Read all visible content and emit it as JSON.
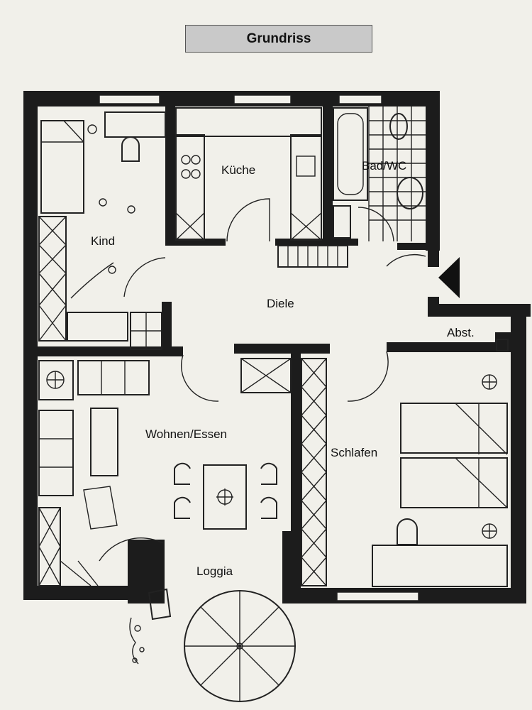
{
  "title": "Grundriss",
  "rooms": {
    "kind": "Kind",
    "kueche": "Küche",
    "bad": "Bad/WC",
    "diele": "Diele",
    "abst": "Abst.",
    "wohnen": "Wohnen/Essen",
    "schlafen": "Schlafen",
    "loggia": "Loggia"
  },
  "icons": {
    "entrance": "entrance-arrow-icon"
  }
}
